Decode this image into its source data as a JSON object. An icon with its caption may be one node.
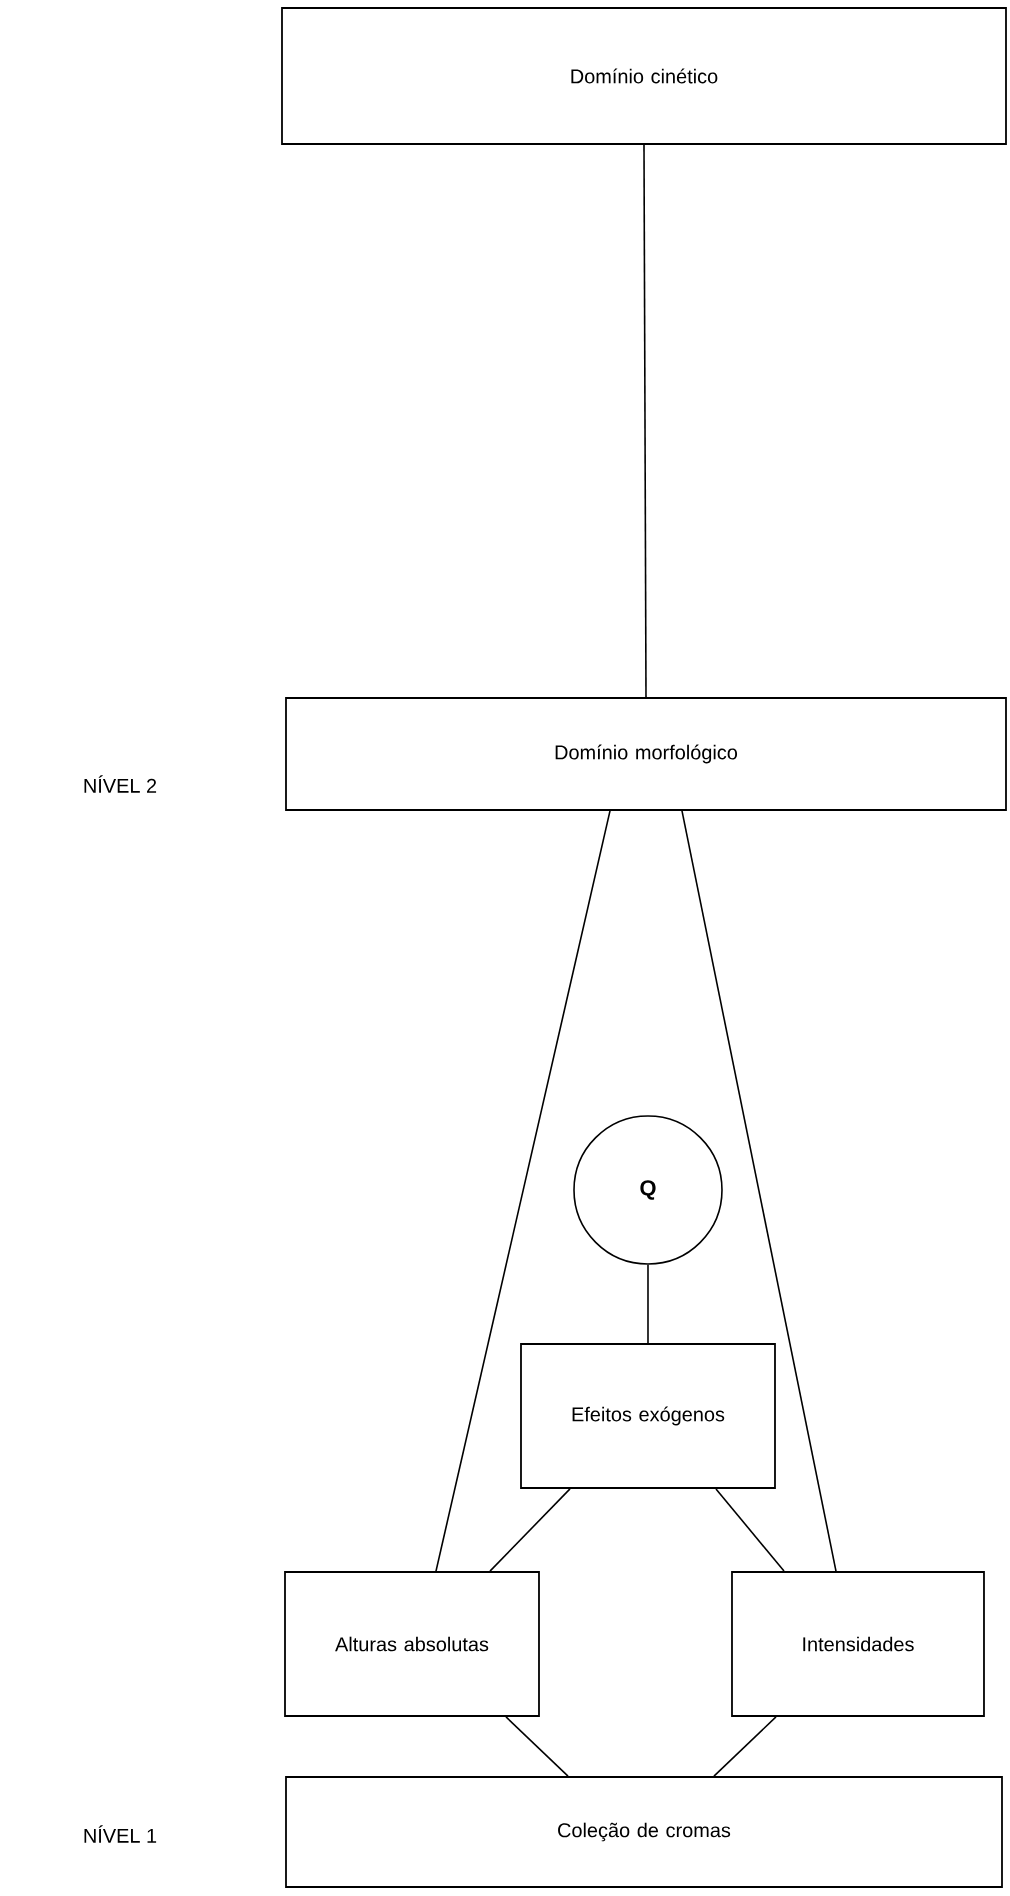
{
  "diagram": {
    "nodes": [
      {
        "text": [
          "Domínio cinético"
        ]
      },
      {
        "text": [
          "Domínio morfológico"
        ]
      },
      {
        "text": [
          "Q"
        ]
      },
      {
        "text": [
          "Efeitos exógenos"
        ]
      },
      {
        "text": [
          "Alturas absolutas"
        ]
      },
      {
        "text": [
          "Intensidades"
        ]
      },
      {
        "text": [
          "Coleção de cromas"
        ]
      }
    ],
    "edges": [
      {
        "from": 0,
        "to": 1,
        "arrow": "none"
      },
      {
        "from": 1,
        "to": 4,
        "arrow": "none"
      },
      {
        "from": 1,
        "to": 5,
        "arrow": "none"
      },
      {
        "from": 2,
        "to": 3,
        "arrow": "none"
      },
      {
        "from": 3,
        "to": 4,
        "arrow": "none"
      },
      {
        "from": 3,
        "to": 5,
        "arrow": "none"
      },
      {
        "from": 4,
        "to": 6,
        "arrow": "none"
      },
      {
        "from": 5,
        "to": 6,
        "arrow": "none"
      }
    ],
    "labels": [
      "NÍVEL 2",
      "NÍVEL 1"
    ]
  }
}
